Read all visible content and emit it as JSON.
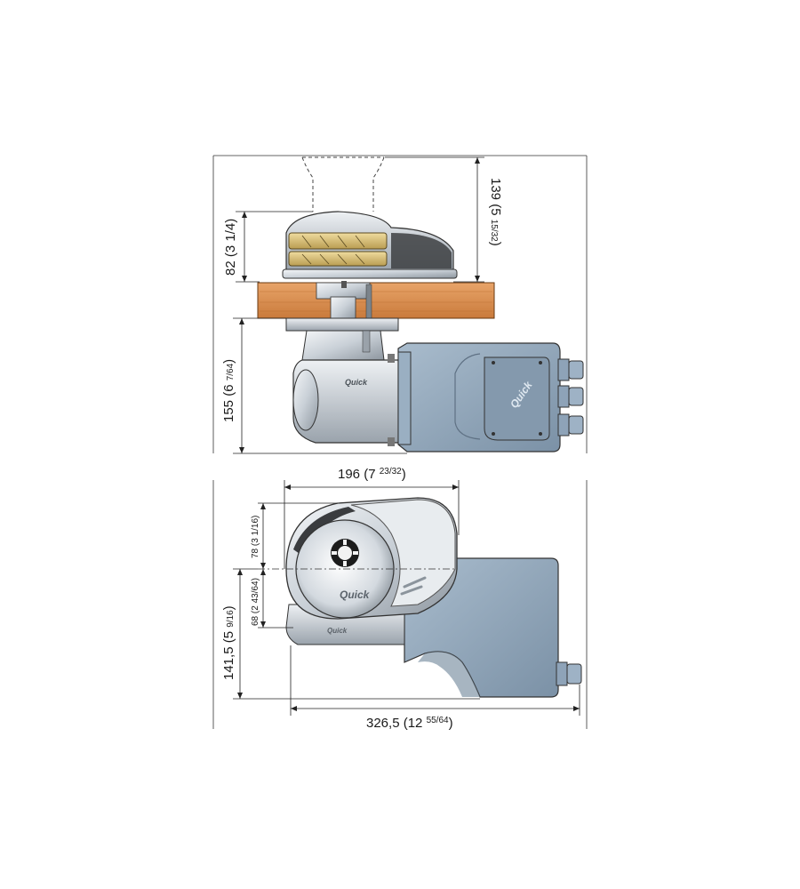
{
  "dimensions": {
    "top_height": {
      "main": "139 (5 ",
      "frac": "15/32",
      "close": ")"
    },
    "top_drum": {
      "main": "82 (3 1/4)"
    },
    "top_below": {
      "main": "155 (6 ",
      "frac": "7/64",
      "close": ")"
    },
    "side_width": {
      "main": "196 (7 ",
      "frac": "23/32",
      "close": ")"
    },
    "side_upper": {
      "main": "78 (3 ",
      "frac": "1/16",
      "close": ")"
    },
    "side_lower": {
      "main": "68 (2 ",
      "frac": "43/64",
      "close": ")"
    },
    "side_height": {
      "main": "141,5 (5 ",
      "frac": "9/16",
      "close": ")"
    },
    "total_length": {
      "main": "326,5 (12 ",
      "frac": "55/64",
      "close": ")"
    }
  },
  "brand_labels": {
    "logo": "Quick"
  },
  "colors": {
    "deck_wood": "#d98a4a",
    "motor_blue": "#8ea3b8",
    "chrome": "#d7dde3",
    "drum_gold": "#d8c07a",
    "line": "#222222"
  }
}
